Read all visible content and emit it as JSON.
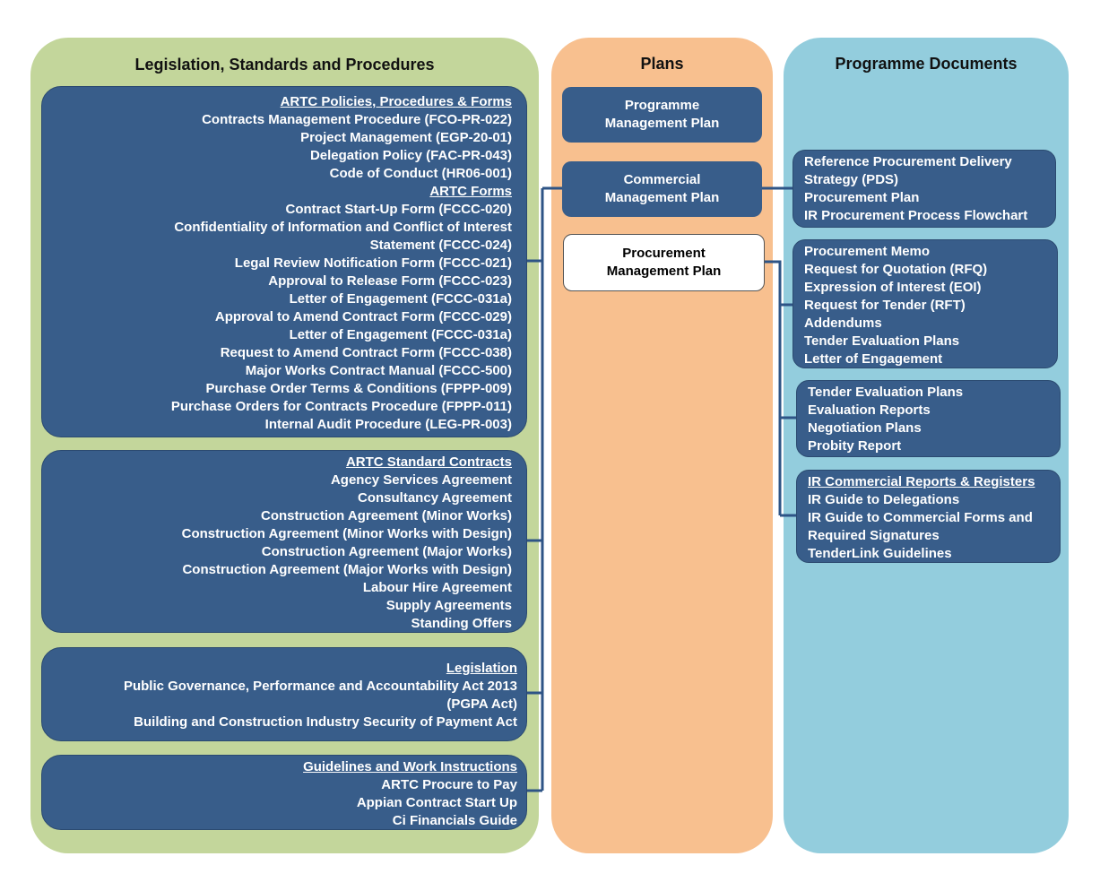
{
  "columns": {
    "legislation": "Legislation, Standards and Procedures",
    "plans": "Plans",
    "programme_documents": "Programme Documents"
  },
  "legislation_boxes": {
    "policies": {
      "heading": "ARTC Policies, Procedures & Forms",
      "items": [
        "Contracts Management Procedure (FCO-PR-022)",
        "Project Management (EGP-20-01)",
        "Delegation Policy (FAC-PR-043)",
        "Code of Conduct (HR06-001)"
      ],
      "subheading": "ARTC Forms",
      "forms": [
        "Contract Start-Up Form (FCCC-020)",
        "Confidentiality of Information and Conflict of Interest",
        "Statement (FCCC-024)",
        "Legal Review Notification Form (FCCC-021)",
        "Approval to Release Form (FCCC-023)",
        "Letter of Engagement (FCCC-031a)",
        "Approval to Amend Contract Form (FCCC-029)",
        "Letter of Engagement (FCCC-031a)",
        "Request to Amend Contract Form (FCCC-038)",
        "Major Works Contract Manual (FCCC-500)",
        "Purchase Order Terms & Conditions (FPPP-009)",
        "Purchase Orders for Contracts Procedure (FPPP-011)",
        "Internal Audit Procedure (LEG-PR-003)"
      ]
    },
    "standard_contracts": {
      "heading": "ARTC Standard Contracts",
      "items": [
        "Agency Services Agreement",
        "Consultancy Agreement",
        "Construction Agreement (Minor Works)",
        "Construction Agreement (Minor Works with Design)",
        "Construction Agreement (Major Works)",
        "Construction Agreement (Major Works with Design)",
        "Labour Hire Agreement",
        "Supply Agreements",
        "Standing Offers"
      ]
    },
    "legislation": {
      "heading": "Legislation",
      "items": [
        "Public Governance, Performance and Accountability Act 2013",
        "(PGPA Act)",
        "Building and Construction Industry Security of Payment Act"
      ]
    },
    "guidelines": {
      "heading": "Guidelines and Work Instructions",
      "items": [
        "ARTC Procure to Pay",
        "Appian Contract Start Up",
        "Ci Financials Guide"
      ]
    }
  },
  "plans": {
    "programme": [
      "Programme",
      "Management Plan"
    ],
    "commercial": [
      "Commercial",
      "Management Plan"
    ],
    "procurement": [
      "Procurement",
      "Management Plan"
    ]
  },
  "programme_documents": {
    "strategy": {
      "items": [
        "Reference Procurement Delivery",
        "Strategy (PDS)",
        "Procurement Plan",
        "IR Procurement Process Flowchart"
      ]
    },
    "procurement_docs": {
      "items": [
        "Procurement Memo",
        "Request for Quotation (RFQ)",
        "Expression of Interest (EOI)",
        "Request for Tender (RFT)",
        "Addendums",
        "Tender Evaluation Plans",
        "Letter of Engagement"
      ]
    },
    "evaluation_docs": {
      "items": [
        "Tender Evaluation Plans",
        "Evaluation Reports",
        "Negotiation Plans",
        "Probity Report"
      ]
    },
    "commercial_reports": {
      "heading": "IR Commercial Reports & Registers",
      "items": [
        "IR Guide to Delegations",
        "IR Guide to Commercial Forms and",
        "Required Signatures",
        "TenderLink Guidelines"
      ]
    }
  },
  "colors": {
    "legislation_bg": "#c3d69b",
    "plans_bg": "#f8c08f",
    "documents_bg": "#93cddd",
    "box_fill": "#385d8a",
    "connector": "#2e5486"
  }
}
